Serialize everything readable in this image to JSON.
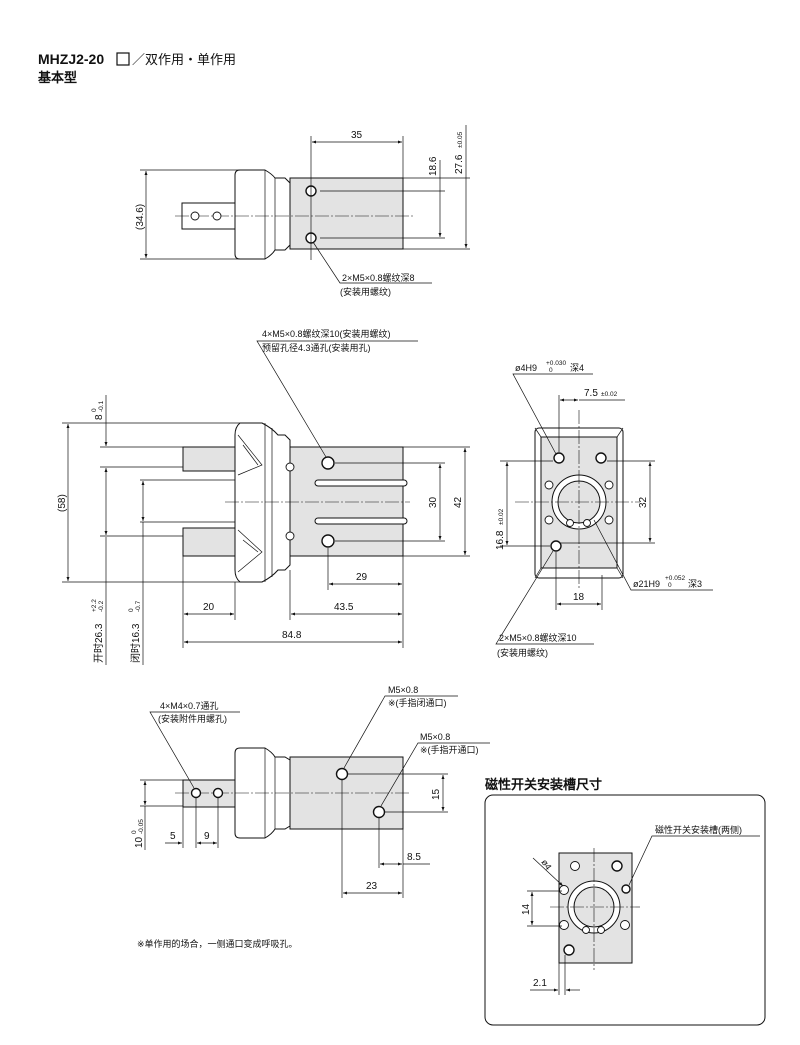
{
  "header": {
    "model": "MHZJ2-20",
    "suffix": "／双作用・单作用",
    "subtitle": "基本型"
  },
  "view_top": {
    "dim_35": "35",
    "dim_18_6": "18.6",
    "dim_27_6": "27.6",
    "tol_27_6": "±0.05",
    "dim_34_6": "(34.6)",
    "note_line1": "2×M5×0.8螺纹深8",
    "note_line2": "(安装用螺纹)"
  },
  "view_side": {
    "note_line1": "4×M5×0.8螺纹深10(安装用螺纹)",
    "note_line2": "预留孔径4.3通孔(安装用孔)",
    "dim_8": "8",
    "tol_8_upper": "0",
    "tol_8_lower": "-0.1",
    "dim_58": "(58)",
    "dim_open": "开时26.3",
    "tol_open_upper": "+2.2",
    "tol_open_lower": "-0.2",
    "dim_closed": "闭时16.3",
    "tol_closed_upper": "0",
    "tol_closed_lower": "-0.7",
    "dim_30": "30",
    "dim_42": "42",
    "dim_29": "29",
    "dim_20": "20",
    "dim_43_5": "43.5",
    "dim_84_8": "84.8"
  },
  "view_end": {
    "note_pin": "ø4H9",
    "tol_pin_upper": "+0.030",
    "tol_pin_lower": "0",
    "note_pin_depth": "深4",
    "dim_7_5": "7.5",
    "tol_7_5": "±0.02",
    "dim_32": "32",
    "dim_16_8": "16.8",
    "tol_16_8": "±0.02",
    "dim_18": "18",
    "note_bore": "ø21H9",
    "tol_bore_upper": "+0.052",
    "tol_bore_lower": "0",
    "note_bore_depth": "深3",
    "note_mount_line1": "2×M5×0.8螺纹深10",
    "note_mount_line2": "(安装用螺纹)"
  },
  "view_bottom": {
    "note_acc_line1": "4×M4×0.7通孔",
    "note_acc_line2": "(安装附件用螺孔)",
    "note_close_line1": "M5×0.8",
    "note_close_line2": "※(手指闭通口)",
    "note_open_line1": "M5×0.8",
    "note_open_line2": "※(手指开通口)",
    "dim_15": "15",
    "dim_8_5": "8.5",
    "dim_23": "23",
    "dim_5": "5",
    "dim_9": "9",
    "dim_10": "10",
    "tol_10_upper": "0",
    "tol_10_lower": "-0.05",
    "footnote": "※单作用的场合，一侧通口变成呼吸孔。"
  },
  "switch_groove": {
    "title": "磁性开关安装槽尺寸",
    "note": "磁性开关安装槽(两侧)",
    "dim_dia4": "ø4",
    "dim_14": "14",
    "dim_2_1": "2.1"
  }
}
